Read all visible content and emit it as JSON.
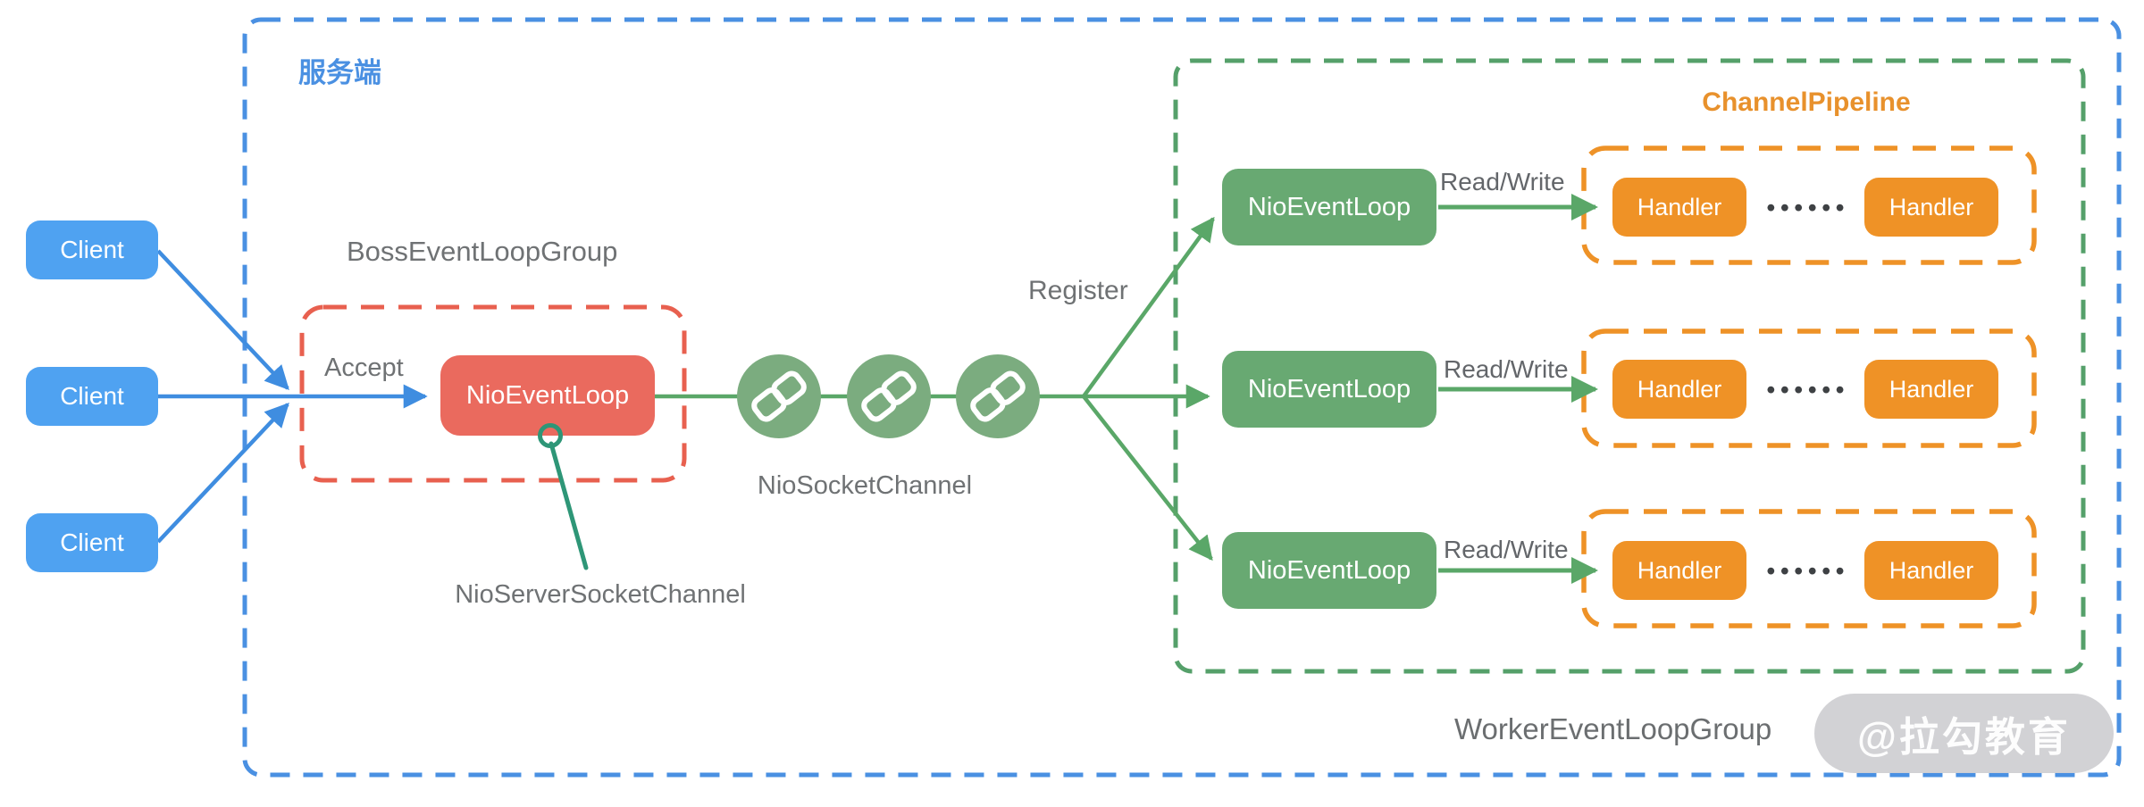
{
  "server_region": {
    "label": "服务端"
  },
  "clients": {
    "items": [
      {
        "label": "Client"
      },
      {
        "label": "Client"
      },
      {
        "label": "Client"
      }
    ]
  },
  "boss_group": {
    "title": "BossEventLoopGroup",
    "accept_label": "Accept",
    "event_loop_label": "NioEventLoop",
    "server_socket_channel_label": "NioServerSocketChannel"
  },
  "socket_channel": {
    "label": "NioSocketChannel",
    "icon": "chain-link-icon",
    "icon_count": 3
  },
  "register_label": "Register",
  "worker_group": {
    "title": "WorkerEventLoopGroup",
    "pipeline_title": "ChannelPipeline",
    "rows": [
      {
        "event_loop_label": "NioEventLoop",
        "read_write_label": "Read/Write",
        "handler_left": "Handler",
        "dots": "••••••",
        "handler_right": "Handler"
      },
      {
        "event_loop_label": "NioEventLoop",
        "read_write_label": "Read/Write",
        "handler_left": "Handler",
        "dots": "••••••",
        "handler_right": "Handler"
      },
      {
        "event_loop_label": "NioEventLoop",
        "read_write_label": "Read/Write",
        "handler_left": "Handler",
        "dots": "••••••",
        "handler_right": "Handler"
      }
    ]
  },
  "watermark": {
    "label": "@拉勾教育"
  },
  "colors": {
    "client_blue": "#4fa2f1",
    "blue_accent": "#4a90e2",
    "boss_red_fill": "#ea6a5e",
    "boss_red_border": "#e8604f",
    "worker_green_fill": "#68a972",
    "green_border": "#55a06a",
    "green_arrow": "#5aa768",
    "circle_green": "#7bac7f",
    "teal_line": "#2e9677",
    "handler_orange": "#ef9226",
    "orange_border": "#ee9227",
    "orange_text": "#e8912c",
    "gray_text": "#6f7274",
    "dots_gray": "#3e4144"
  }
}
